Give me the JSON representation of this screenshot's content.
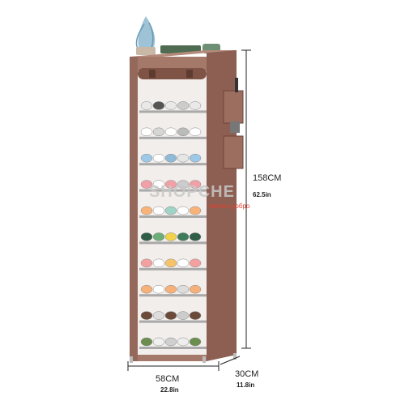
{
  "product": {
    "name": "shoe rack with fabric cover",
    "cover_color": "#a5796a",
    "cover_dark": "#7f5447",
    "frame_color": "#cfcfcf",
    "shelf_count": 10
  },
  "dimensions": {
    "height_cm": "158CM",
    "height_in": "62.5in",
    "width_cm": "58CM",
    "width_in": "22.8in",
    "depth_cm": "30CM",
    "depth_in": "11.8in"
  },
  "watermark": {
    "brand": "SHOPCHE",
    "tagline": "евтино добро",
    "brand_color": "#d0d0d0",
    "accent_color": "#e04030"
  },
  "colors": {
    "line": "#222222",
    "background": "#ffffff"
  }
}
